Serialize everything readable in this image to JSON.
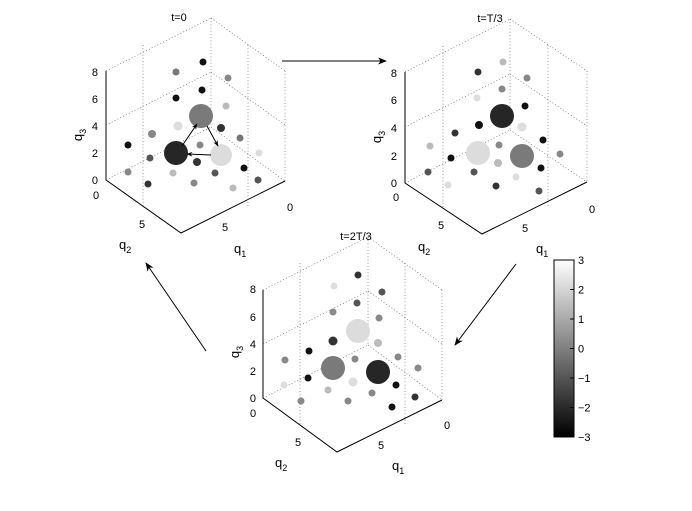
{
  "panels": [
    {
      "id": "t0",
      "title": "t=0",
      "z_ticks": [
        "0",
        "2",
        "4",
        "6",
        "8"
      ],
      "q2_ticks": [
        "0",
        "5"
      ],
      "q1_ticks": [
        "5",
        "0"
      ],
      "y_label": "q",
      "y_sub": "3",
      "q2_label": "q",
      "q2_sub": "2",
      "q1_label": "q",
      "q1_sub": "1"
    },
    {
      "id": "tT3",
      "title": "t=T/3",
      "z_ticks": [
        "0",
        "2",
        "4",
        "6",
        "8"
      ],
      "q2_ticks": [
        "0",
        "5"
      ],
      "q1_ticks": [
        "5",
        "0"
      ],
      "y_label": "q",
      "y_sub": "3",
      "q2_label": "q",
      "q2_sub": "2",
      "q1_label": "q",
      "q1_sub": "1"
    },
    {
      "id": "t2T3",
      "title": "t=2T/3",
      "z_ticks": [
        "0",
        "2",
        "4",
        "6",
        "8"
      ],
      "q2_ticks": [
        "5",
        "0"
      ],
      "q1_ticks": [
        "5",
        "0"
      ],
      "y_label": "q",
      "y_sub": "3",
      "q2_label": "q",
      "q2_sub": "2",
      "q1_label": "q",
      "q1_sub": "1"
    }
  ],
  "colorbar": {
    "ticks": [
      "3",
      "2",
      "1",
      "0",
      "−1",
      "−2",
      "−3"
    ],
    "min": -3,
    "max": 3
  }
}
